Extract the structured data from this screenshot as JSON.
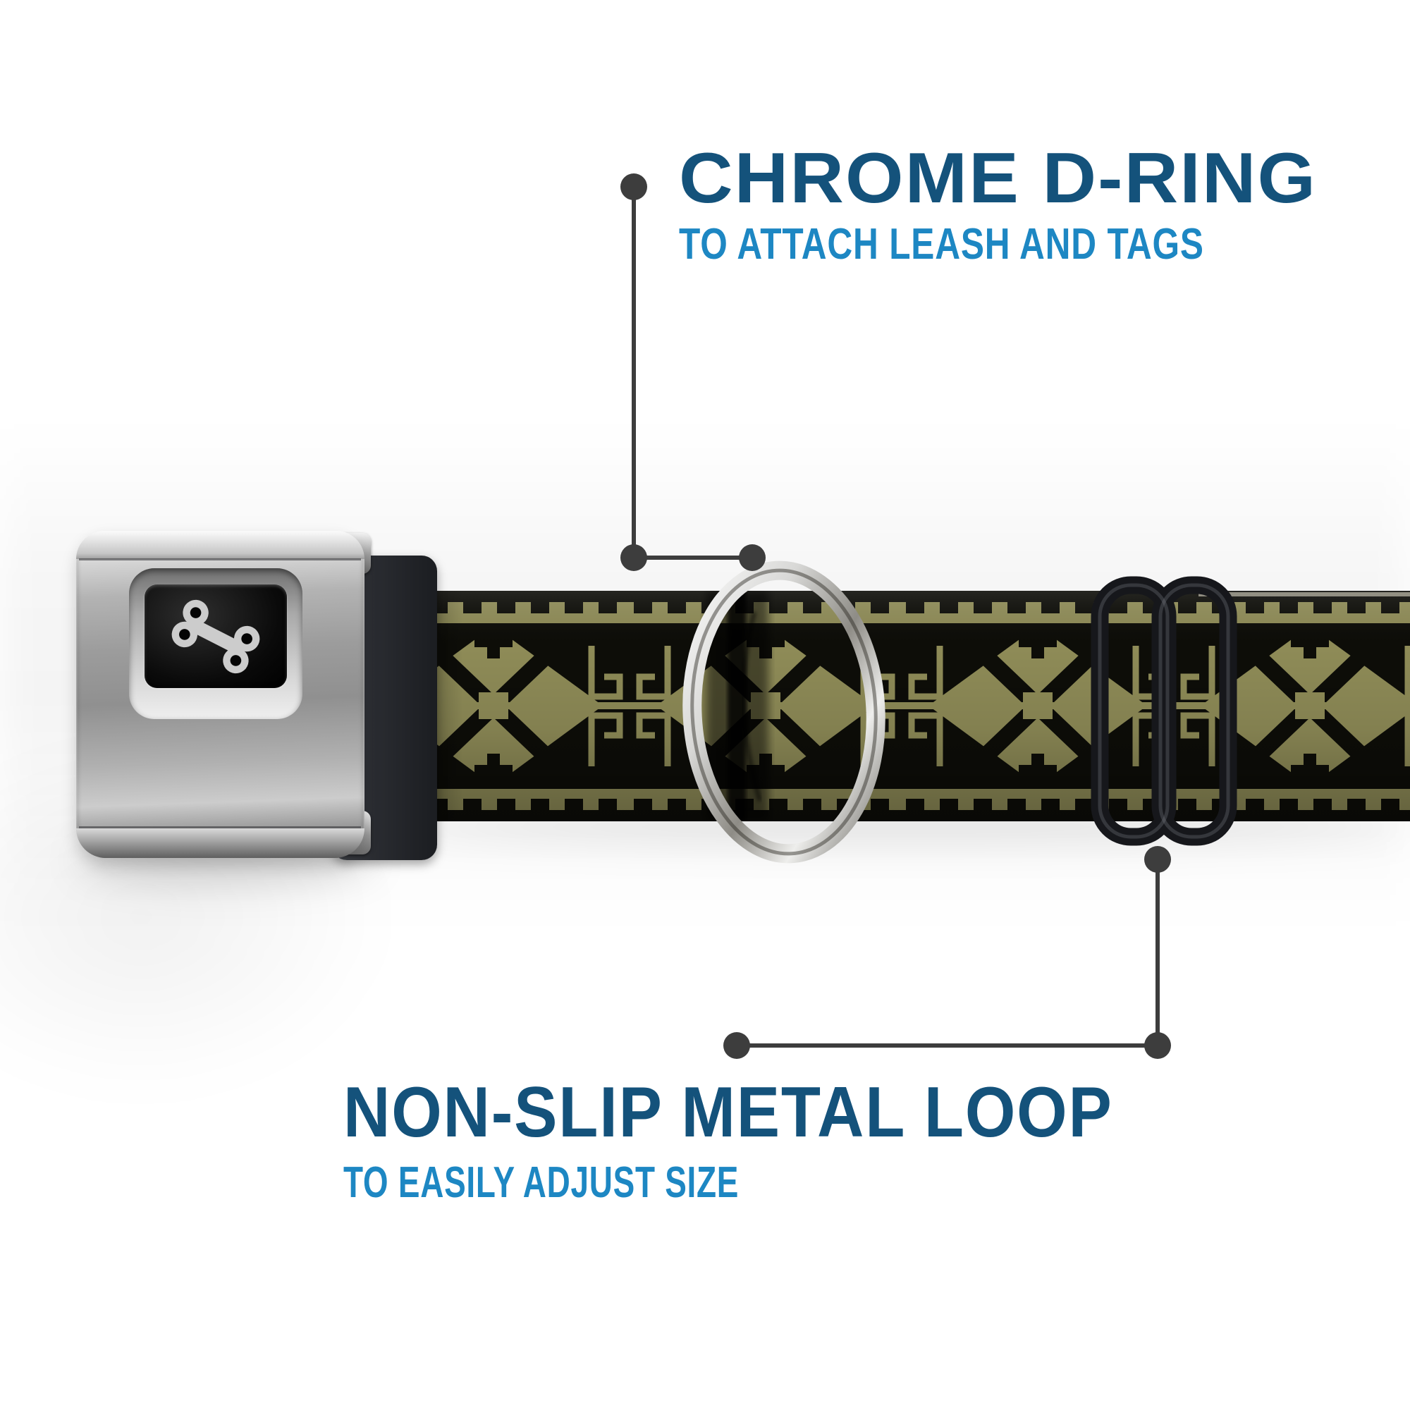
{
  "annotations": {
    "top": {
      "title": "CHROME D-RING",
      "subtitle": "TO ATTACH LEASH AND TAGS",
      "points_to": "d-ring"
    },
    "bottom": {
      "title": "NON-SLIP METAL LOOP",
      "subtitle": "TO EASILY ADJUST SIZE",
      "points_to": "adjustment-slider"
    }
  },
  "product": {
    "type": "dog collar with seatbelt-style buckle",
    "buckle_logo": "dog-bone",
    "strap_pattern": "black and olive geometric aztec/southwest motif",
    "parts": [
      "seatbelt-buckle",
      "webbing-strap",
      "chrome-d-ring",
      "non-slip-metal-loop"
    ]
  },
  "colors": {
    "title_blue": "#14527b",
    "subtitle_blue": "#1d87c3",
    "connector_gray": "#3d3d3d",
    "strap_olive": "#8e8b57",
    "strap_black": "#0d0d08",
    "buckle_silver": "#b3b3b3",
    "slider_black": "#16171b",
    "bone_gray": "#cccccc",
    "background": "#ffffff"
  }
}
